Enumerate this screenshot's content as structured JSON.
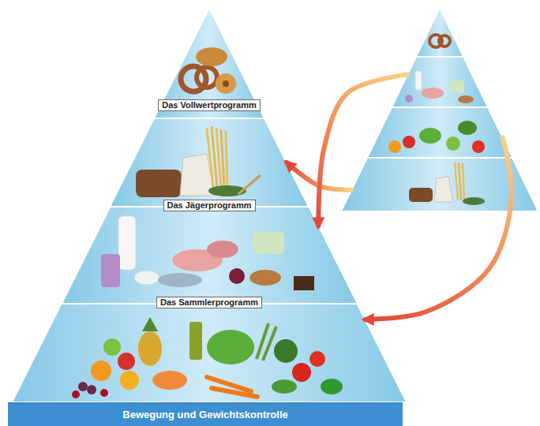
{
  "diagram": {
    "nodes": [
      {
        "text": []
      },
      {
        "text": [
          "Das Vollwertprogramm"
        ]
      },
      {
        "text": [
          "Das Jägerprogramm"
        ]
      },
      {
        "text": [
          "Das Sammlerprogramm"
        ]
      },
      {
        "text": [
          "Bewegung und Gewichtskontrolle"
        ]
      },
      {
        "text": []
      },
      {
        "text": []
      },
      {
        "text": []
      },
      {
        "text": []
      }
    ],
    "edges": [
      {
        "from": 8,
        "to": 1,
        "arrow": "to"
      },
      {
        "from": 6,
        "to": 2,
        "arrow": "to"
      },
      {
        "from": 7,
        "to": 3,
        "arrow": "to"
      }
    ]
  }
}
